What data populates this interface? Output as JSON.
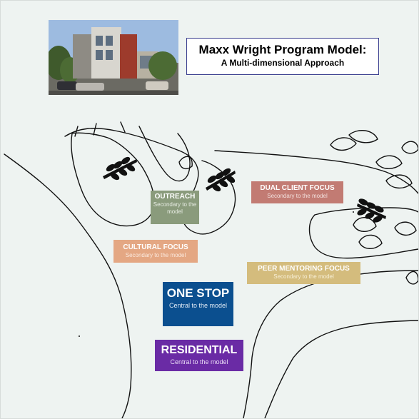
{
  "title": {
    "line1": "Maxx Wright Program Model:",
    "line2": "A Multi-dimensional Approach"
  },
  "boxes": {
    "outreach": {
      "heading": "OUTREACH",
      "subtext": "Secondary to the model",
      "color": "#8a9b7c"
    },
    "dual_client_focus": {
      "heading": "DUAL CLIENT FOCUS",
      "subtext": "Secondary to the model",
      "color": "#c27b73"
    },
    "cultural_focus": {
      "heading": "CULTURAL FOCUS",
      "subtext": "Secondary to the model",
      "color": "#e4a783"
    },
    "peer_mentoring_focus": {
      "heading": "PEER MENTORING FOCUS",
      "subtext": "Secondary to the model",
      "color": "#d4bc7d"
    },
    "one_stop": {
      "heading": "ONE STOP",
      "subtext": "Central to the model",
      "color": "#0b4f8f"
    },
    "residential": {
      "heading": "RESIDENTIAL",
      "subtext": "Central to the model",
      "color": "#6a2ba5"
    }
  },
  "colors": {
    "background": "#eef3f1",
    "title_border": "#3b3f8f",
    "sketch_line": "#111111"
  }
}
